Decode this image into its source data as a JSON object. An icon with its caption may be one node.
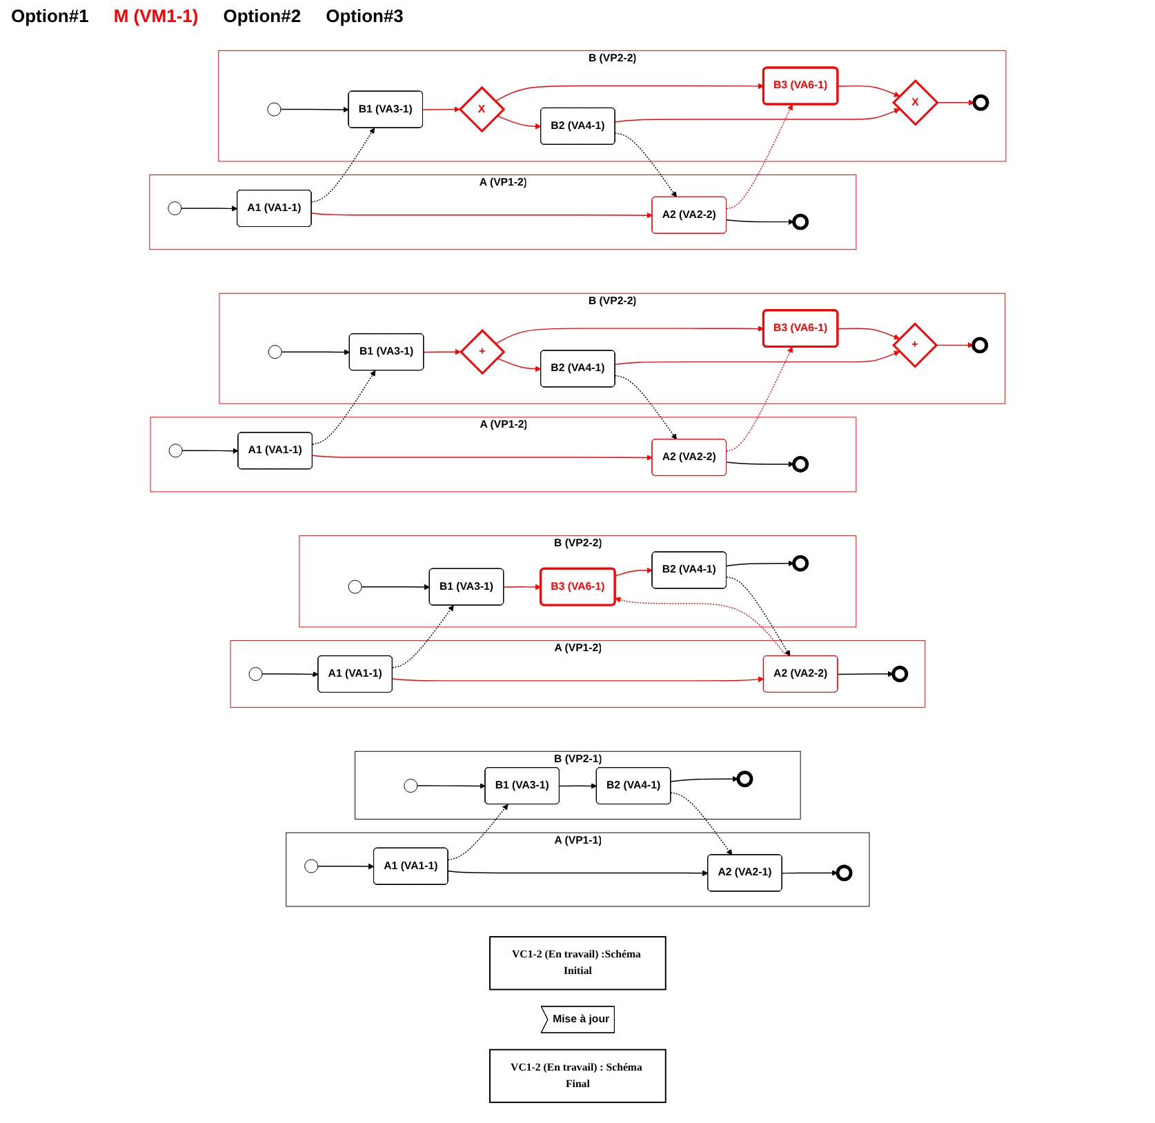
{
  "diagram": {
    "nodes": [
      {
        "text": [
          "VC1-2 (En travail) :Schéma Initial"
        ]
      },
      {
        "text": [
          "A (VP1-1)"
        ]
      },
      {
        "text": [],
        "shape": "circle",
        "in": 1
      },
      {
        "text": [
          "A1 (VA1-1)"
        ],
        "in": 1
      },
      {
        "text": [
          "A2 (VA2-1)"
        ],
        "in": 1
      },
      {
        "text": [],
        "shape": "circle",
        "in": 1
      },
      {
        "text": [
          "B (VP2-1)"
        ]
      },
      {
        "text": [],
        "shape": "circle",
        "in": 6
      },
      {
        "text": [
          "B1 (VA3-1)"
        ],
        "in": 6
      },
      {
        "text": [
          "B2 (VA4-1)"
        ],
        "in": 6
      },
      {
        "text": [],
        "shape": "circle",
        "in": 6
      },
      {
        "text": [
          "Mise à jour"
        ]
      },
      {
        "text": [
          "VC1-2 (En travail) : Schéma Final"
        ]
      },
      {
        "text": [
          "A (VP1-2)"
        ]
      },
      {
        "text": [],
        "shape": "circle",
        "in": 13
      },
      {
        "text": [
          "A1 (VA1-1)"
        ],
        "in": 13
      },
      {
        "text": [
          "A2 (VA2-2)"
        ],
        "in": 13
      },
      {
        "text": [],
        "shape": "circle",
        "in": 13
      },
      {
        "text": [
          "B (VP2-2)"
        ]
      },
      {
        "text": [],
        "shape": "circle",
        "in": 18
      },
      {
        "text": [
          "B1 (VA3-1)"
        ],
        "in": 18
      },
      {
        "text": [
          "B3 (VA6-1)"
        ],
        "in": 18
      },
      {
        "text": [
          "B2 (VA4-1)"
        ],
        "in": 18
      },
      {
        "text": [],
        "shape": "circle",
        "in": 18
      },
      {
        "text": [
          "A (VP1-2)"
        ]
      },
      {
        "text": [],
        "shape": "circle",
        "in": 24
      },
      {
        "text": [
          "A1 (VA1-1)"
        ],
        "in": 24
      },
      {
        "text": [
          "A2 (VA2-2)"
        ],
        "in": 24
      },
      {
        "text": [],
        "shape": "circle",
        "in": 24
      },
      {
        "text": [
          "B (VP2-2)"
        ]
      },
      {
        "text": [],
        "shape": "circle",
        "in": 29
      },
      {
        "text": [
          "B1 (VA3-1)"
        ],
        "in": 29
      },
      {
        "text": [
          "+"
        ],
        "in": 29
      },
      {
        "text": [
          "B3 (VA6-1)"
        ],
        "in": 29
      },
      {
        "text": [
          "B2 (VA4-1)"
        ],
        "in": 29
      },
      {
        "text": [
          "+"
        ],
        "in": 29
      },
      {
        "text": [],
        "shape": "circle",
        "in": 29
      },
      {
        "text": [
          "A (VP1-2)"
        ]
      },
      {
        "text": [],
        "shape": "circle",
        "in": 37
      },
      {
        "text": [
          "A1 (VA1-1)"
        ],
        "in": 37
      },
      {
        "text": [
          "A2 (VA2-2)"
        ],
        "in": 37
      },
      {
        "text": [],
        "shape": "circle",
        "in": 37
      },
      {
        "text": [
          "B (VP2-2)"
        ]
      },
      {
        "text": [],
        "shape": "circle",
        "in": 42
      },
      {
        "text": [
          "B1 (VA3-1)"
        ],
        "in": 42
      },
      {
        "text": [
          "X"
        ],
        "in": 42
      },
      {
        "text": [
          "B3 (VA6-1)"
        ],
        "in": 42
      },
      {
        "text": [
          "B2 (VA4-1)"
        ],
        "in": 42
      },
      {
        "text": [
          "X"
        ],
        "in": 42
      },
      {
        "text": [],
        "shape": "circle",
        "in": 42
      }
    ],
    "edges": [
      {
        "from": 2,
        "to": 3,
        "arrow": "to"
      },
      {
        "from": 3,
        "to": 4,
        "arrow": "to"
      },
      {
        "from": 4,
        "to": 5,
        "arrow": "to"
      },
      {
        "from": 7,
        "to": 8,
        "arrow": "to"
      },
      {
        "from": 8,
        "to": 9,
        "arrow": "to"
      },
      {
        "from": 9,
        "to": 10,
        "arrow": "to"
      },
      {
        "from": 3,
        "to": 8,
        "arrow": "to",
        "style": "dashed"
      },
      {
        "from": 9,
        "to": 4,
        "arrow": "to",
        "style": "dashed"
      },
      {
        "from": 14,
        "to": 15,
        "arrow": "to"
      },
      {
        "from": 15,
        "to": 16,
        "arrow": "to",
        "color": "#ff0000"
      },
      {
        "from": 16,
        "to": 17,
        "arrow": "to"
      },
      {
        "from": 19,
        "to": 20,
        "arrow": "to"
      },
      {
        "from": 20,
        "to": 21,
        "arrow": "to",
        "color": "#ff0000"
      },
      {
        "from": 21,
        "to": 22,
        "arrow": "to",
        "color": "#ff0000"
      },
      {
        "from": 22,
        "to": 23,
        "arrow": "to"
      },
      {
        "from": 15,
        "to": 20,
        "arrow": "to",
        "style": "dashed"
      },
      {
        "from": 16,
        "to": 21,
        "arrow": "to",
        "style": "dashed",
        "color": "#ff0000"
      },
      {
        "from": 22,
        "to": 16,
        "arrow": "to",
        "style": "dashed"
      },
      {
        "from": 25,
        "to": 26,
        "arrow": "to"
      },
      {
        "from": 26,
        "to": 27,
        "arrow": "to",
        "color": "#ff0000"
      },
      {
        "from": 27,
        "to": 28,
        "arrow": "to"
      },
      {
        "from": 30,
        "to": 31,
        "arrow": "to"
      },
      {
        "from": 31,
        "to": 32,
        "arrow": "to",
        "color": "#ff0000"
      },
      {
        "from": 32,
        "to": 33,
        "arrow": "to",
        "color": "#ff0000"
      },
      {
        "from": 32,
        "to": 34,
        "arrow": "to",
        "color": "#ff0000"
      },
      {
        "from": 33,
        "to": 35,
        "arrow": "to",
        "color": "#ff0000"
      },
      {
        "from": 34,
        "to": 35,
        "arrow": "to",
        "color": "#ff0000"
      },
      {
        "from": 35,
        "to": 36,
        "arrow": "to",
        "color": "#ff0000"
      },
      {
        "from": 26,
        "to": 31,
        "arrow": "to",
        "style": "dashed"
      },
      {
        "from": 27,
        "to": 33,
        "arrow": "to",
        "style": "dashed",
        "color": "#ff0000"
      },
      {
        "from": 34,
        "to": 27,
        "arrow": "to",
        "style": "dashed"
      },
      {
        "from": 38,
        "to": 39,
        "arrow": "to"
      },
      {
        "from": 39,
        "to": 40,
        "arrow": "to",
        "color": "#ff0000"
      },
      {
        "from": 40,
        "to": 41,
        "arrow": "to"
      },
      {
        "from": 43,
        "to": 44,
        "arrow": "to"
      },
      {
        "from": 44,
        "to": 45,
        "arrow": "to",
        "color": "#ff0000"
      },
      {
        "from": 45,
        "to": 46,
        "arrow": "to",
        "color": "#ff0000"
      },
      {
        "from": 45,
        "to": 47,
        "arrow": "to",
        "color": "#ff0000"
      },
      {
        "from": 46,
        "to": 48,
        "arrow": "to",
        "color": "#ff0000"
      },
      {
        "from": 47,
        "to": 48,
        "arrow": "to",
        "color": "#ff0000"
      },
      {
        "from": 48,
        "to": 49,
        "arrow": "to",
        "color": "#ff0000"
      },
      {
        "from": 39,
        "to": 44,
        "arrow": "to",
        "style": "dashed"
      },
      {
        "from": 40,
        "to": 46,
        "arrow": "to",
        "style": "dashed",
        "color": "#ff0000"
      },
      {
        "from": 47,
        "to": 40,
        "arrow": "to",
        "style": "dashed"
      }
    ],
    "labels": [
      "Option#1",
      "M (VM1-1)",
      "Option#2",
      "Option#3"
    ]
  }
}
